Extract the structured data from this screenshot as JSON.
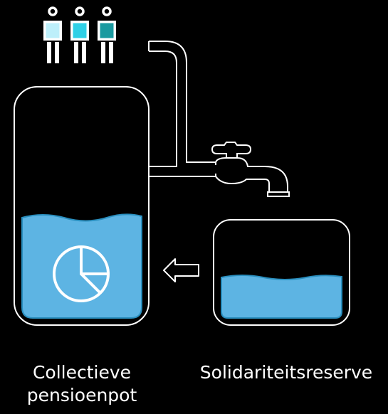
{
  "labels": {
    "pension_pot_line1": "Collectieve",
    "pension_pot_line2": "pensioenpot",
    "solidarity_reserve": "Solidariteitsreserve"
  },
  "colors": {
    "background": "#000000",
    "outline": "#ffffff",
    "liquid": "#5db4e3",
    "liquid_edge": "#2a8fbf",
    "person_light": "#bdeffa",
    "person_mid": "#2fd0e6",
    "person_dark": "#1a9aa0"
  },
  "icons": {
    "people": "people-icon",
    "pipe": "pipe-icon",
    "tap": "tap-icon",
    "arrow": "arrow-left-icon",
    "pie_chart": "pie-chart-icon"
  },
  "fill_levels": {
    "pension_pot": 0.45,
    "solidarity_reserve": 0.38
  }
}
